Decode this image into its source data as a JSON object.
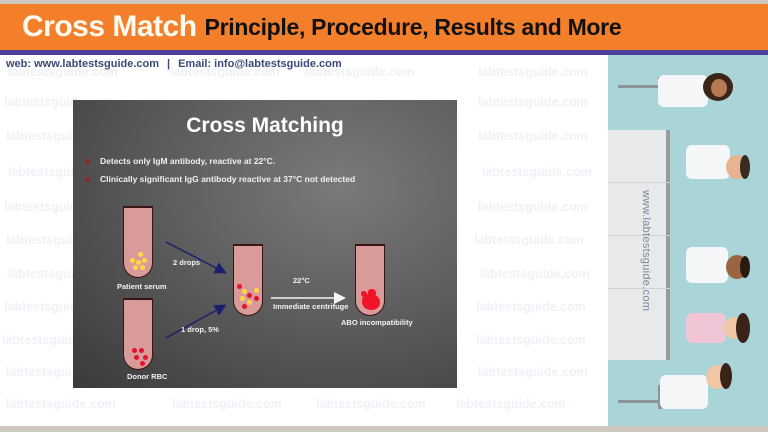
{
  "banner": {
    "title_main": "Cross Match",
    "title_sub": "Principle, Procedure, Results and More",
    "bg_color": "#f47f2a",
    "stripe_color": "#4d3f9a"
  },
  "contact": {
    "web": "web:  www.labtestsguide.com",
    "separator": "|",
    "email": "Email: info@labtestsguide.com"
  },
  "watermark": {
    "text": "labtestsguide.com"
  },
  "slide": {
    "title": "Cross Matching",
    "bullets": [
      "Detects only IgM antibody, reactive at 22°C.",
      "Clinically significant IgG antibody reactive at 37°C not detected"
    ],
    "tubes": {
      "patient": "Patient serum",
      "donor": "Donor RBC",
      "result": "ABO incompatibility"
    },
    "arrows": {
      "serum_to_mix": "2 drops",
      "rbc_to_mix": "1 drop, 5%",
      "temperature": "22°C",
      "step": "Immediate centrifuge"
    }
  },
  "sidebar": {
    "url": "www.labtestsguide.com",
    "bg_color": "#a9d5d8"
  }
}
